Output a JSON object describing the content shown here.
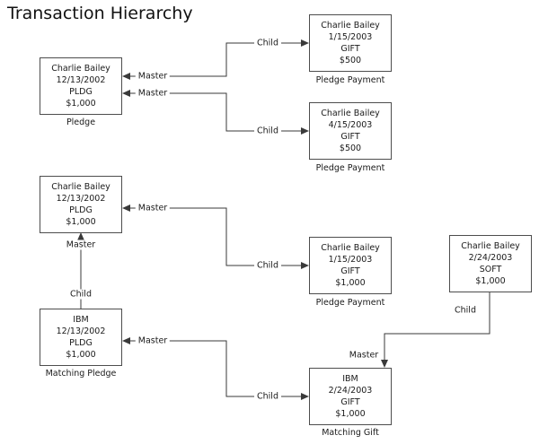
{
  "title": "Transaction Hierarchy",
  "labels": {
    "master": "Master",
    "child": "Child"
  },
  "line_color": "#3a3a3a",
  "nodes": [
    {
      "name": "pledge",
      "lines": [
        "Charlie Bailey",
        "12/13/2002",
        "PLDG",
        "$1,000"
      ],
      "caption": "Pledge"
    },
    {
      "name": "pledge-payment-1",
      "lines": [
        "Charlie Bailey",
        "1/15/2003",
        "GIFT",
        "$500"
      ],
      "caption": "Pledge Payment"
    },
    {
      "name": "pledge-payment-2",
      "lines": [
        "Charlie Bailey",
        "4/15/2003",
        "GIFT",
        "$500"
      ],
      "caption": "Pledge Payment"
    },
    {
      "name": "pledge-master",
      "lines": [
        "Charlie Bailey",
        "12/13/2002",
        "PLDG",
        "$1,000"
      ],
      "caption": ""
    },
    {
      "name": "pledge-payment-3",
      "lines": [
        "Charlie Bailey",
        "1/15/2003",
        "GIFT",
        "$1,000"
      ],
      "caption": "Pledge Payment"
    },
    {
      "name": "soft-credit",
      "lines": [
        "Charlie Bailey",
        "2/24/2003",
        "SOFT",
        "$1,000"
      ],
      "caption": ""
    },
    {
      "name": "matching-pledge",
      "lines": [
        "IBM",
        "12/13/2002",
        "PLDG",
        "$1,000"
      ],
      "caption": "Matching Pledge"
    },
    {
      "name": "matching-gift",
      "lines": [
        "IBM",
        "2/24/2003",
        "GIFT",
        "$1,000"
      ],
      "caption": "Matching Gift"
    }
  ]
}
